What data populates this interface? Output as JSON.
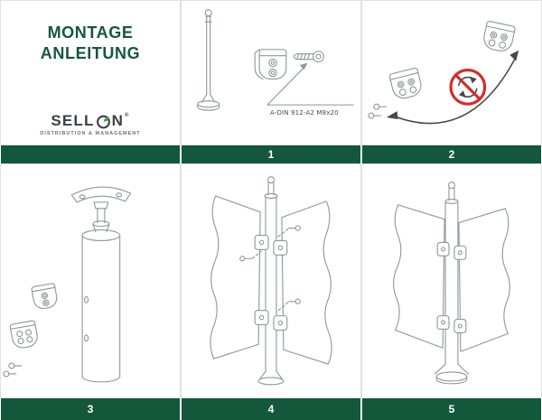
{
  "header": {
    "title_line1": "MONTAGE",
    "title_line2": "ANLEITUNG",
    "logo": {
      "part1": "SELL",
      "part2": "N",
      "reg": "®",
      "tagline": "DISTRIBUTION & MANAGEMENT"
    }
  },
  "steps": [
    {
      "number": "1"
    },
    {
      "number": "2"
    },
    {
      "number": "3"
    },
    {
      "number": "4"
    },
    {
      "number": "5"
    }
  ],
  "annotations": {
    "screw_label": "A-DIN 912-A2 M8x20"
  },
  "colors": {
    "accent_green": "#14583B",
    "line_gray": "#8F959A",
    "prohibition_red": "#D62B28",
    "logo_leaf_green": "#4AA24F"
  }
}
